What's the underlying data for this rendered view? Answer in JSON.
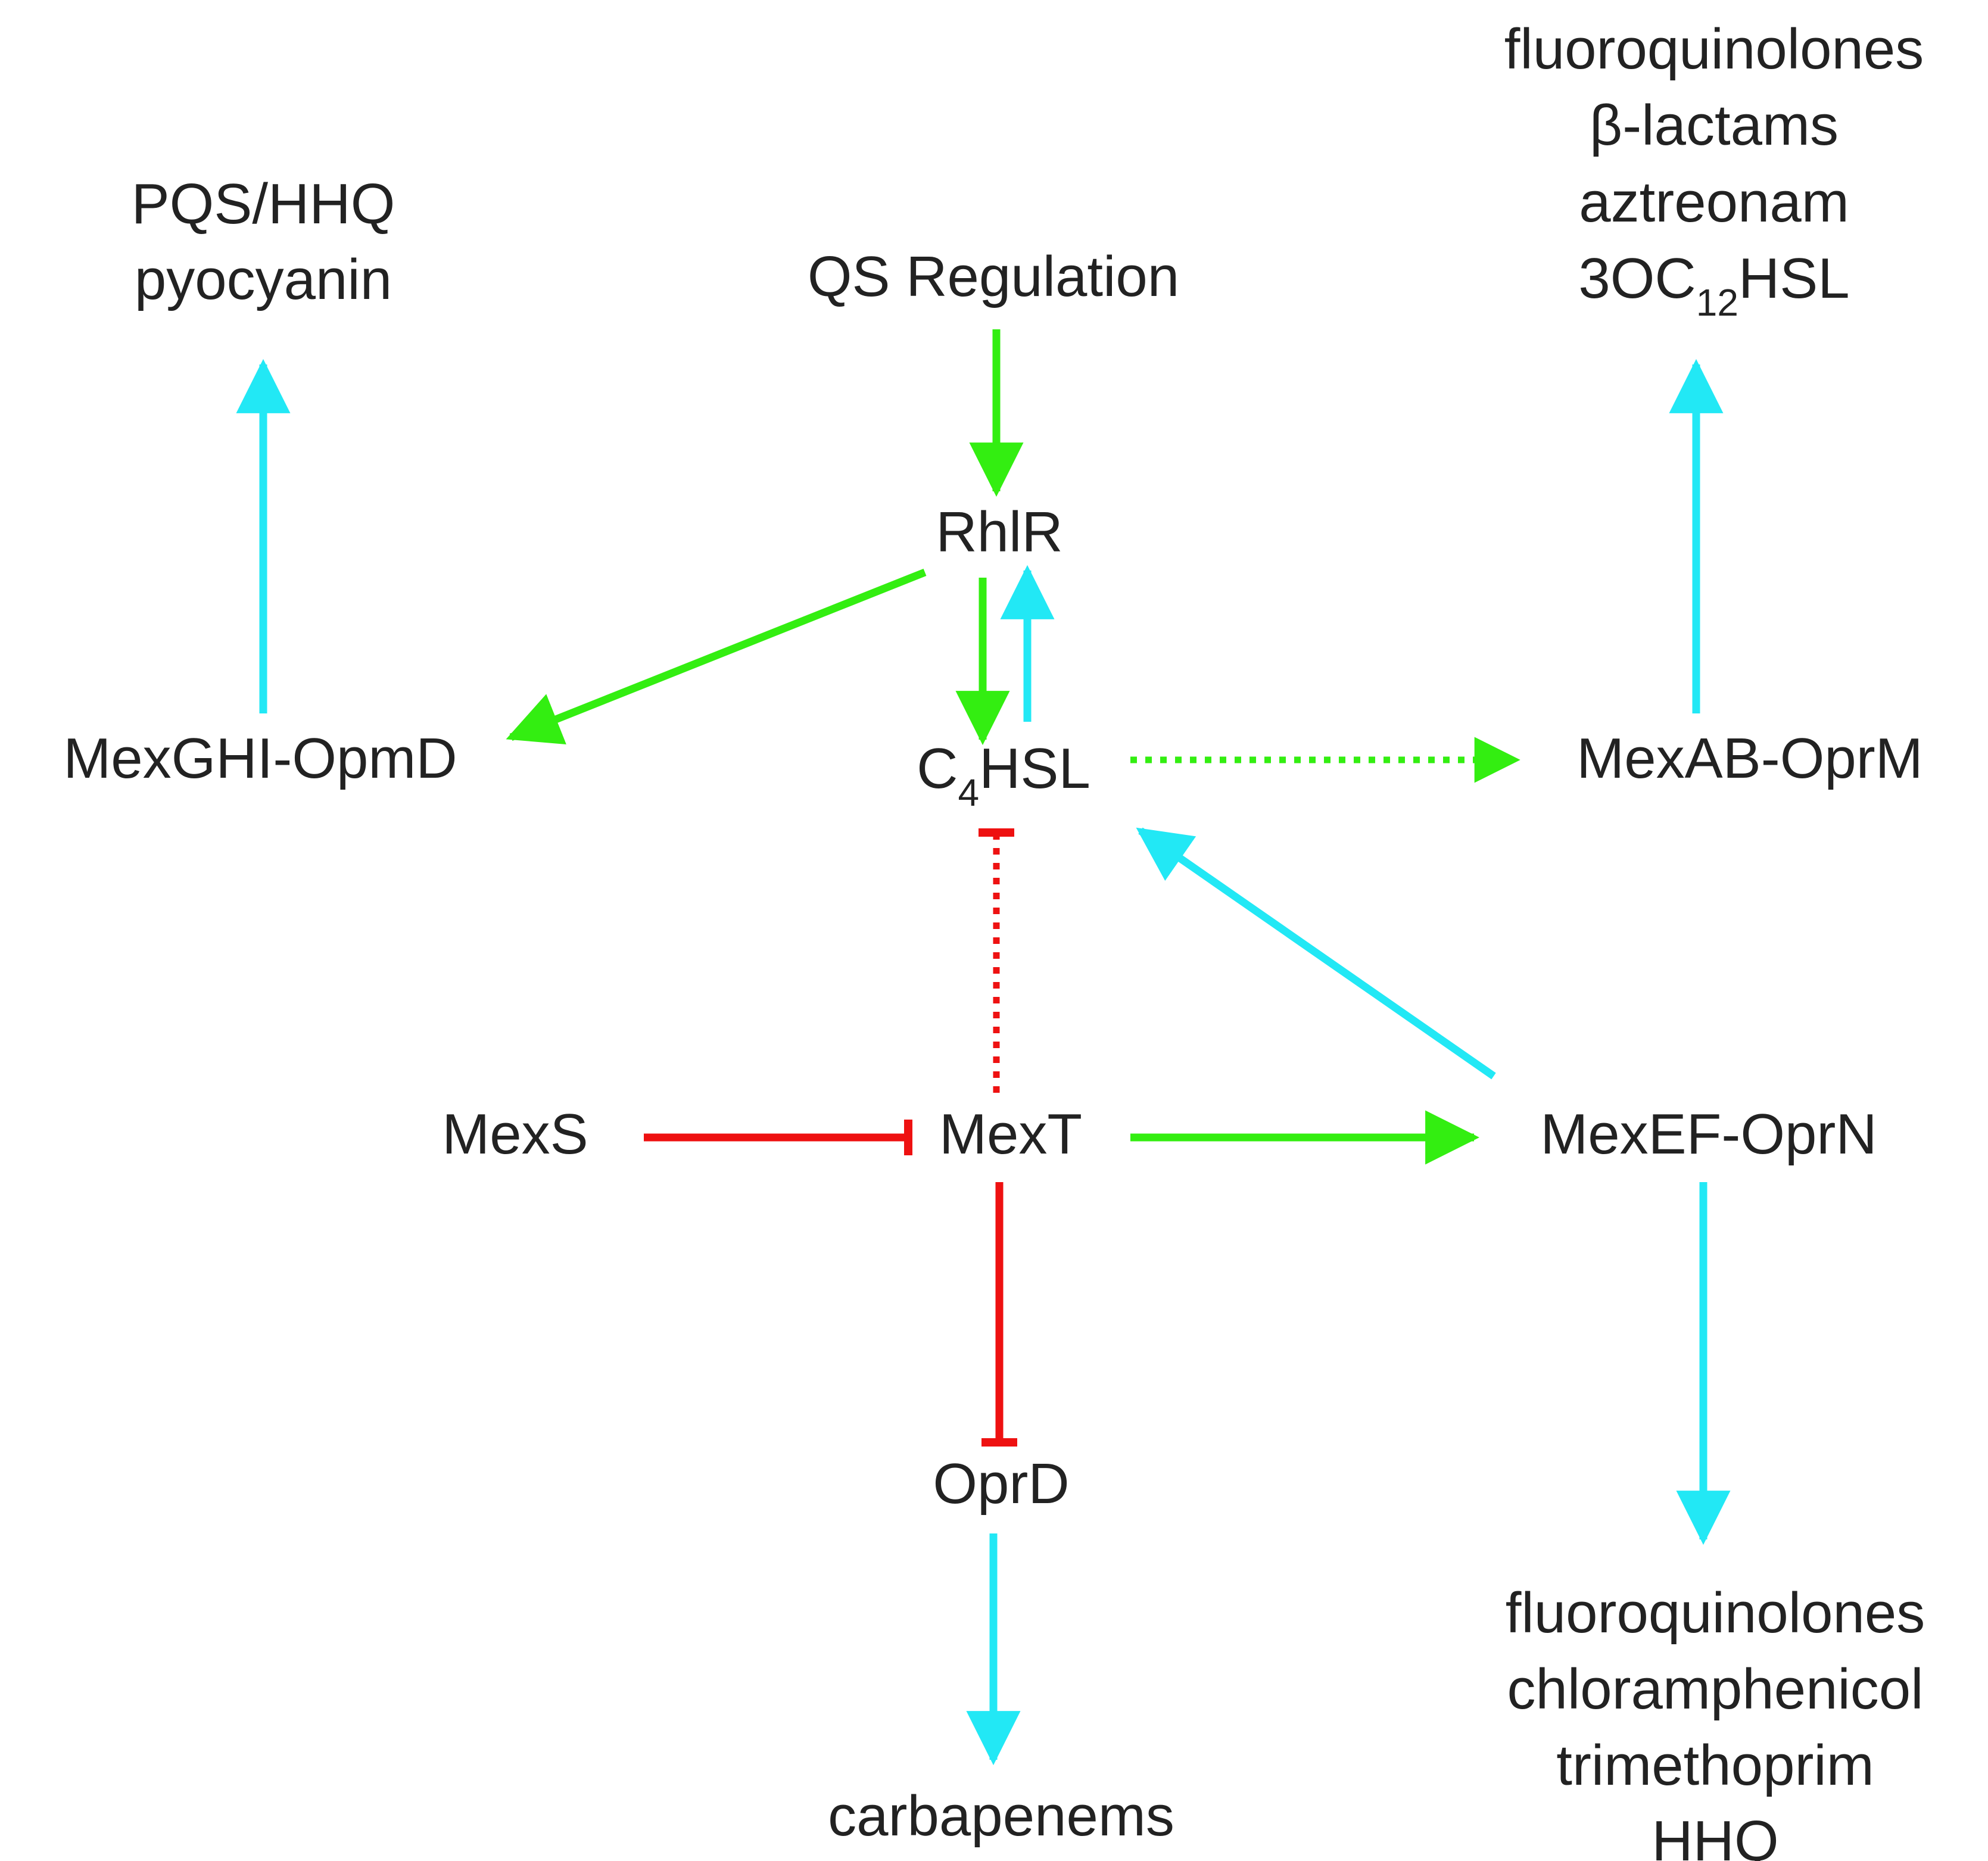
{
  "nodes": {
    "qs_regulation": "QS Regulation",
    "rhlr": "RhlR",
    "c4hsl": {
      "base": "C",
      "sub": "4",
      "tail": "HSL"
    },
    "mexghi": "MexGHI-OpmD",
    "mexab": "MexAB-OprM",
    "mexs": "MexS",
    "mext": "MexT",
    "mexef": "MexEF-OprN",
    "oprd": "OprD"
  },
  "outputs": {
    "mexghi_substrates": [
      "PQS/HHQ",
      "pyocyanin"
    ],
    "mexab_substrates": {
      "lines": [
        "fluoroquinolones",
        "β-lactams",
        "aztreonam"
      ],
      "last": {
        "base": "3OC",
        "sub": "12",
        "tail": "HSL"
      }
    },
    "mexef_substrates": [
      "fluoroquinolones",
      "chloramphenicol",
      "trimethoprim",
      "HHQ"
    ],
    "oprd_substrates": [
      "carbapenems"
    ]
  },
  "colors": {
    "activation": "#33ee11",
    "transport": "#22e8f5",
    "repression": "#ee1111",
    "text": "#222222"
  },
  "edges": [
    {
      "from": "QS Regulation",
      "to": "RhlR",
      "kind": "activation",
      "style": "solid"
    },
    {
      "from": "RhlR",
      "to": "C4HSL",
      "kind": "activation",
      "style": "solid"
    },
    {
      "from": "C4HSL",
      "to": "RhlR",
      "kind": "transport",
      "style": "solid"
    },
    {
      "from": "RhlR",
      "to": "MexGHI-OpmD",
      "kind": "activation",
      "style": "solid"
    },
    {
      "from": "MexGHI-OpmD",
      "to": "PQS/HHQ pyocyanin",
      "kind": "transport",
      "style": "solid"
    },
    {
      "from": "C4HSL",
      "to": "MexAB-OprM",
      "kind": "activation",
      "style": "dotted"
    },
    {
      "from": "MexAB-OprM",
      "to": "substrates",
      "kind": "transport",
      "style": "solid"
    },
    {
      "from": "MexT",
      "to": "C4HSL",
      "kind": "repression",
      "style": "dotted"
    },
    {
      "from": "MexEF-OprN",
      "to": "C4HSL",
      "kind": "transport",
      "style": "solid"
    },
    {
      "from": "MexS",
      "to": "MexT",
      "kind": "repression",
      "style": "solid"
    },
    {
      "from": "MexT",
      "to": "MexEF-OprN",
      "kind": "activation",
      "style": "solid"
    },
    {
      "from": "MexT",
      "to": "OprD",
      "kind": "repression",
      "style": "solid"
    },
    {
      "from": "MexEF-OprN",
      "to": "substrates",
      "kind": "transport",
      "style": "solid"
    },
    {
      "from": "OprD",
      "to": "carbapenems",
      "kind": "transport",
      "style": "solid"
    }
  ]
}
